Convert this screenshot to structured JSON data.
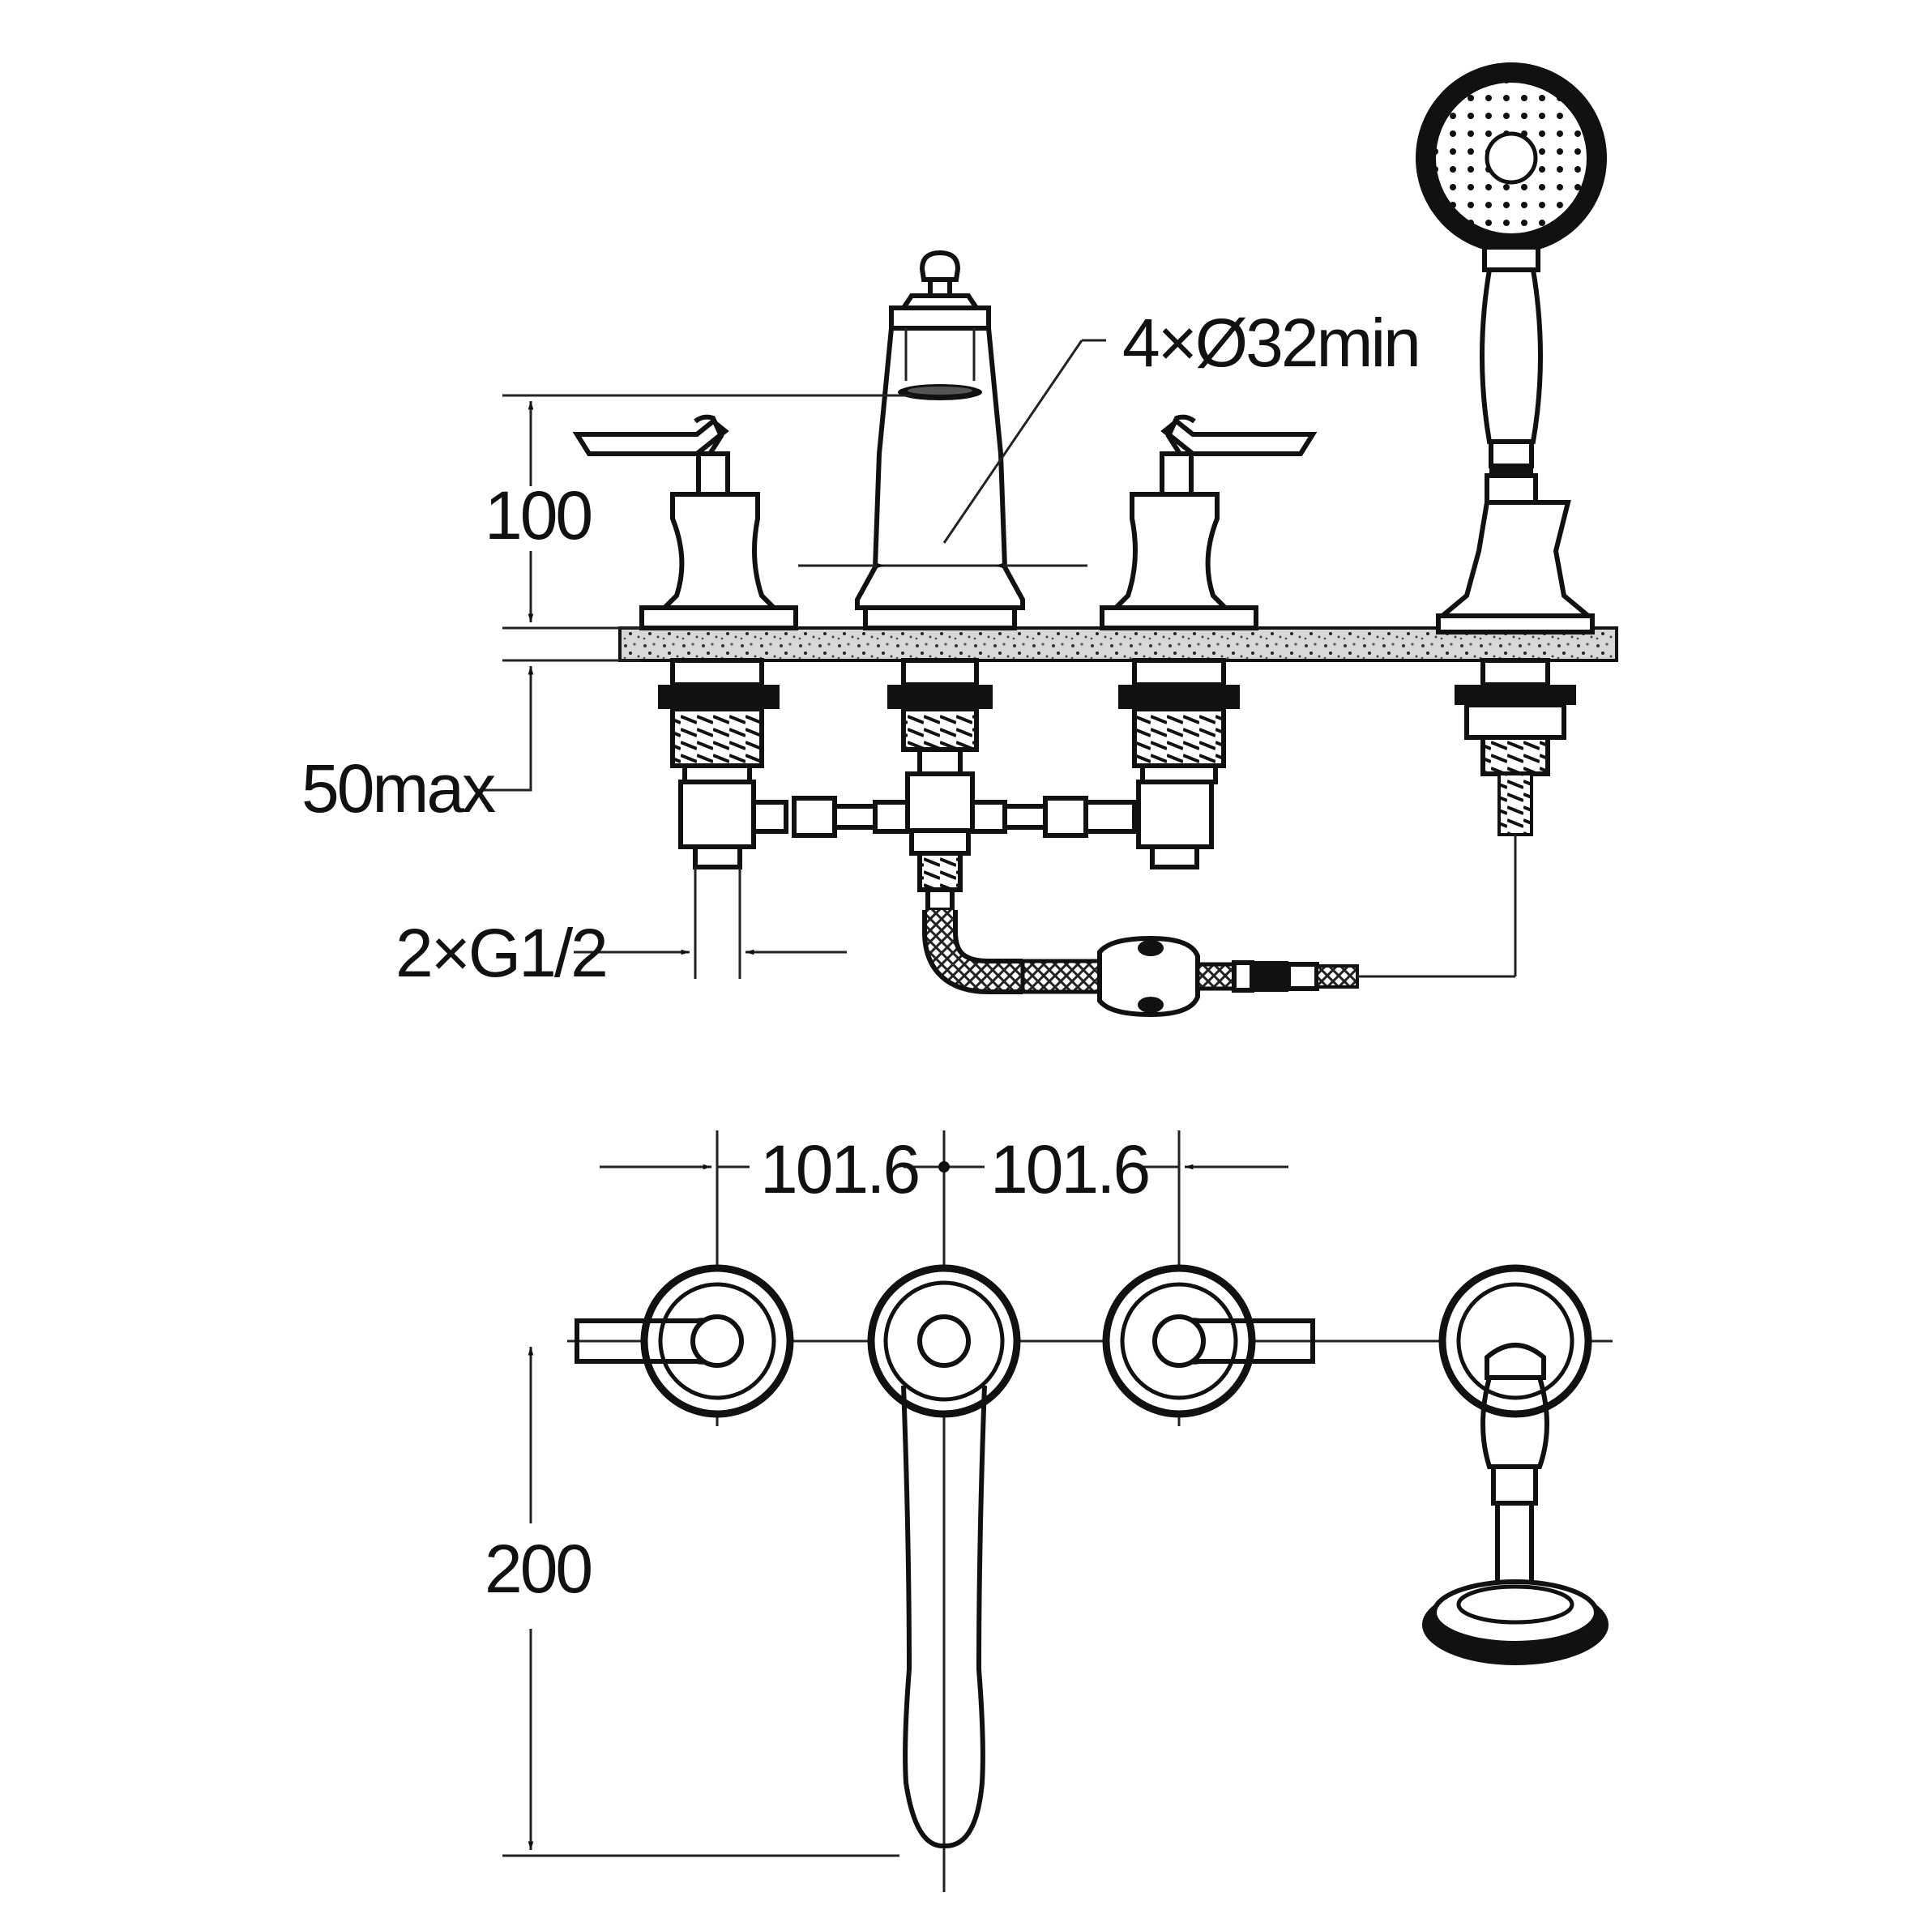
{
  "dimensions": {
    "hole_spec": "4×Ø32min",
    "spout_height": "100",
    "deck_thickness": "50max",
    "inlet_spec": "2×G1/2",
    "spacing_left": "101.6",
    "spacing_right": "101.6",
    "spout_reach": "200"
  },
  "colors": {
    "line": "#111111",
    "background": "#ffffff",
    "deck_fill": "#bdbdbd"
  }
}
